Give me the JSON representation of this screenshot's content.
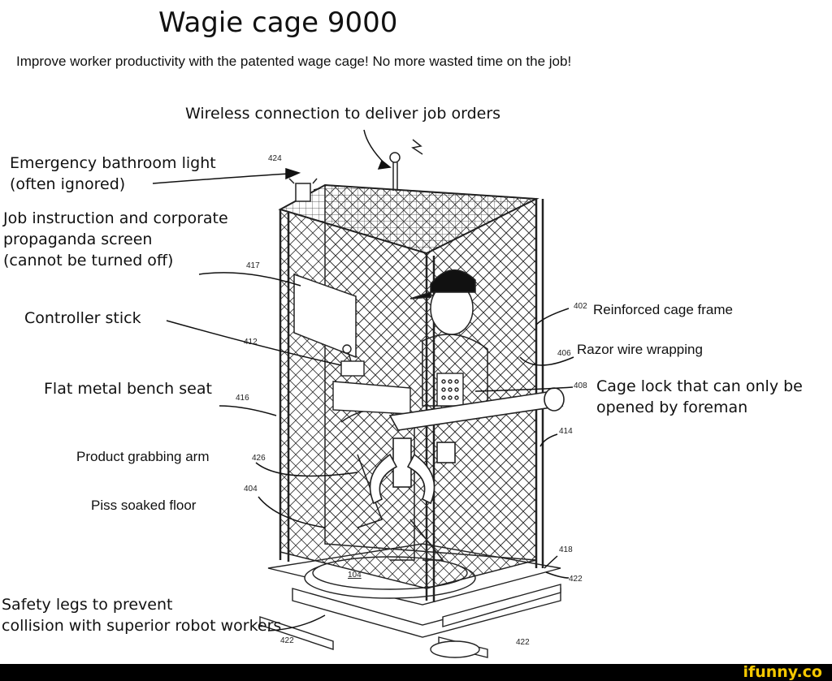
{
  "title": "Wagie cage 9000",
  "subtitle": "Improve worker productivity with the patented wage cage! No more wasted time on the job!",
  "labels": {
    "wireless": "Wireless connection to deliver job orders",
    "emergency_line1": "Emergency bathroom light",
    "emergency_line2": "(often ignored)",
    "screen_line1": "Job instruction and corporate",
    "screen_line2": "propaganda screen",
    "screen_line3": "(cannot be turned off)",
    "controller": "Controller stick",
    "bench": "Flat metal bench seat",
    "grabbing_arm": "Product grabbing arm",
    "floor": "Piss soaked floor",
    "safety_line1": "Safety legs to prevent",
    "safety_line2": "collision with superior robot workers",
    "frame": "Reinforced cage frame",
    "razor": "Razor wire wrapping",
    "lock_line1": "Cage lock that can only be",
    "lock_line2": "opened by foreman"
  },
  "ref_numbers": {
    "n424": "424",
    "n417": "417",
    "n412": "412",
    "n416": "416",
    "n426": "426",
    "n404": "404",
    "n402": "402",
    "n406": "406",
    "n408": "408",
    "n414": "414",
    "n418": "418",
    "n422a": "422",
    "n422b": "422",
    "n422c": "422",
    "n104": "104"
  },
  "footer": {
    "brand": "ifunny.co"
  }
}
